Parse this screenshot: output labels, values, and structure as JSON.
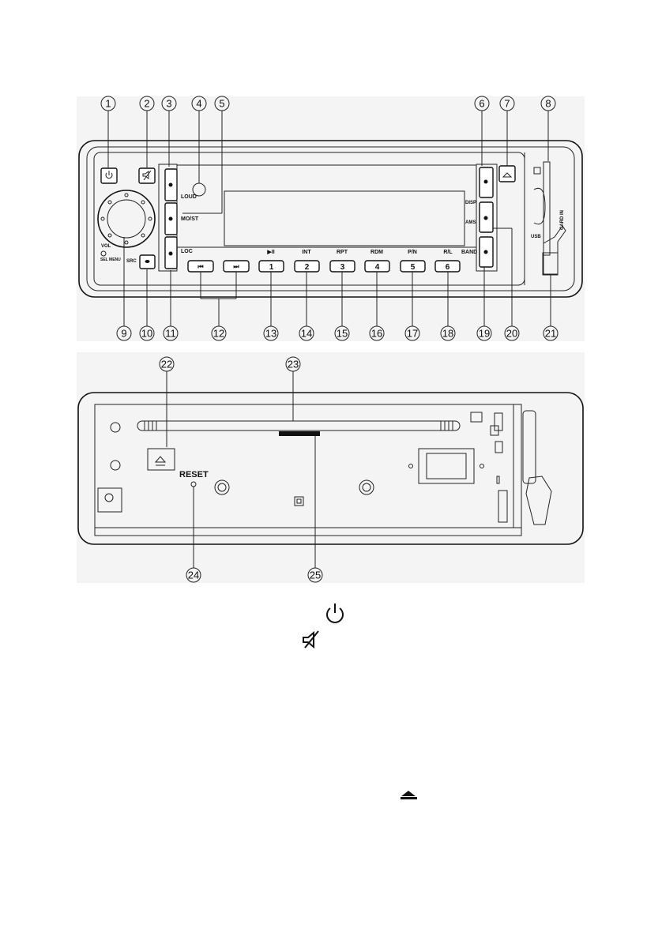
{
  "front_panel": {
    "labels": {
      "loud": "LOUD",
      "mo_st": "MO/ST",
      "loc": "LOC",
      "disp": "DISP",
      "ams": "AMS",
      "band": "BAND",
      "vol": "VOL",
      "sel_menu": "SEL MENU",
      "src": "SRC",
      "usb": "USB",
      "card_in": "CARD IN",
      "play_pause": "▶II",
      "int": "INT",
      "rpt": "RPT",
      "rdm": "RDM",
      "pn": "P/N",
      "rl": "R/L"
    },
    "preset_buttons": [
      "1",
      "2",
      "3",
      "4",
      "5",
      "6"
    ],
    "callouts": [
      "1",
      "2",
      "3",
      "4",
      "5",
      "6",
      "7",
      "8",
      "9",
      "10",
      "11",
      "12",
      "13",
      "14",
      "15",
      "16",
      "17",
      "18",
      "19",
      "20",
      "21"
    ]
  },
  "rear_panel": {
    "reset_label": "RESET",
    "callouts": [
      "22",
      "23",
      "24",
      "25"
    ]
  },
  "legend_icons": [
    "power-icon",
    "mute-icon",
    "eject-icon"
  ]
}
